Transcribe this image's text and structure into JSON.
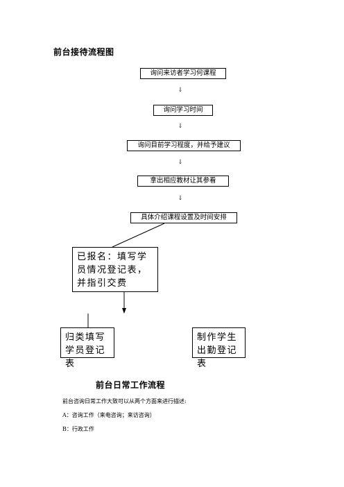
{
  "title": "前台接待流程图",
  "steps": [
    "询问来访者学习何课程",
    "询问学习时间",
    "询问目前学习程度，并给予建议",
    "拿出相应教材让其参看",
    "具体介绍课程设置及时间安排"
  ],
  "arrow_glyph": "↓",
  "enrolled_box": "已报名：填写学员情况登记表，并指引交费",
  "file_box": "归类填写学员登记表",
  "attendance_box": "制作学生出勤登记表",
  "section2_title": "前台日常工作流程",
  "intro": "前台咨询日常工作大致可以从两个方面来进行描述:",
  "items": [
    "A：咨询工作（来电咨询；来访咨询）",
    "B：行政工作"
  ]
}
